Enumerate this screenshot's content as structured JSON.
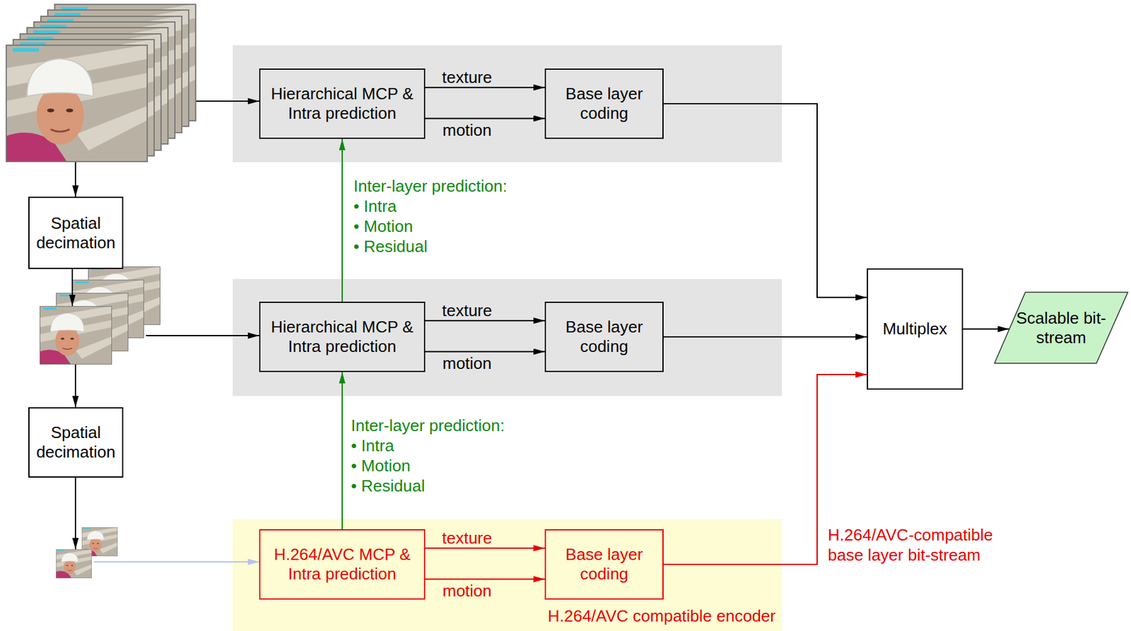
{
  "diagram": {
    "nodes": [
      {
        "text": [
          "Hierarchical MCP & Intra prediction"
        ]
      },
      {
        "text": [
          "Base layer coding"
        ]
      },
      {
        "text": [
          "Spatial decimation"
        ]
      },
      {
        "text": [
          "Hierarchical MCP & Intra prediction"
        ]
      },
      {
        "text": [
          "Base layer coding"
        ]
      },
      {
        "text": [
          "Multiplex"
        ]
      },
      {
        "text": [
          "Scalable bit-stream"
        ]
      },
      {
        "text": [
          "Spatial decimation"
        ]
      },
      {
        "text": [
          "H.264/AVC compatible encoder"
        ]
      },
      {
        "text": [
          "H.264/AVC MCP & Intra prediction"
        ],
        "in": 8
      },
      {
        "text": [
          "Base layer coding"
        ],
        "in": 8
      }
    ],
    "edges": [
      {
        "from": 0,
        "to": 1,
        "label": "texture",
        "arrow": "to"
      },
      {
        "from": 0,
        "to": 1,
        "label": "motion",
        "arrow": "to"
      },
      {
        "from": 1,
        "to": 5,
        "arrow": "to"
      },
      {
        "from": 3,
        "to": 0,
        "arrow": "to"
      },
      {
        "from": 3,
        "to": 4,
        "label": "texture",
        "arrow": "to"
      },
      {
        "from": 3,
        "to": 4,
        "label": "motion",
        "arrow": "to"
      },
      {
        "from": 4,
        "to": 5,
        "arrow": "to"
      },
      {
        "from": 9,
        "to": 3,
        "arrow": "to"
      },
      {
        "from": 9,
        "to": 10,
        "label": "texture",
        "arrow": "to"
      },
      {
        "from": 9,
        "to": 10,
        "label": "motion",
        "arrow": "to"
      },
      {
        "from": 10,
        "to": 5,
        "arrow": "to"
      },
      {
        "from": 5,
        "to": 6,
        "arrow": "to"
      }
    ],
    "labels": [
      "Inter-layer prediction:",
      "• Intra",
      "• Motion",
      "• Residual",
      "Inter-layer prediction:",
      "• Intra",
      "• Motion",
      "• Residual",
      "H.264/AVC-compatible base layer bit-stream"
    ]
  }
}
